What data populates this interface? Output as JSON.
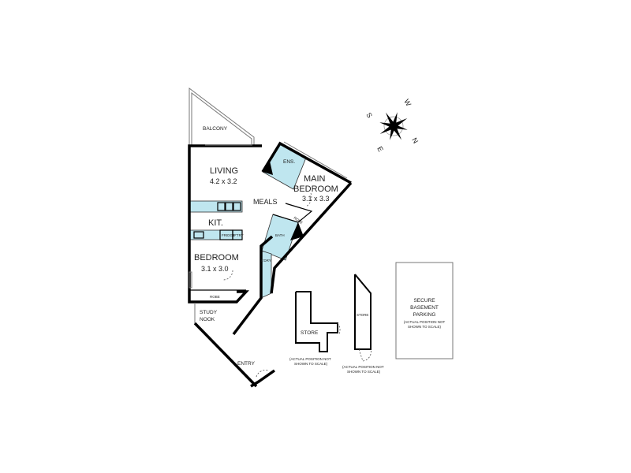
{
  "rooms": {
    "balcony": "BALCONY",
    "living": "LIVING",
    "living_size": "4.2 x 3.2",
    "meals": "MEALS",
    "kitchen": "KIT.",
    "fridge": "FRIDGE",
    "pantry": "P'TRY",
    "bedroom": "BEDROOM",
    "bedroom_size": "3.1 x 3.0",
    "bedroom_robe": "ROBE",
    "study_nook_1": "STUDY",
    "study_nook_2": "NOOK",
    "entry": "ENTRY",
    "ensuite": "ENS.",
    "main_bedroom_1": "MAIN",
    "main_bedroom_2": "BEDROOM",
    "main_bedroom_size": "3.1 x 3.3",
    "main_robe": "ROBE",
    "bath": "BATH",
    "laundry": "L'DRY"
  },
  "stores": {
    "store1": "STORE",
    "store1_note_1": "(ACTUAL POSITION NOT",
    "store1_note_2": "SHOWN TO SCALE)",
    "store2": "STORE",
    "store2_note_1": "(ACTUAL POSITION NOT",
    "store2_note_2": "SHOWN TO SCALE)"
  },
  "parking": {
    "line1": "SECURE",
    "line2": "BASEMENT",
    "line3": "PARKING",
    "note_1": "(ACTUAL POSITION NOT",
    "note_2": "SHOWN TO SCALE)"
  },
  "compass": {
    "n": "N",
    "s": "S",
    "e": "E",
    "w": "W"
  }
}
